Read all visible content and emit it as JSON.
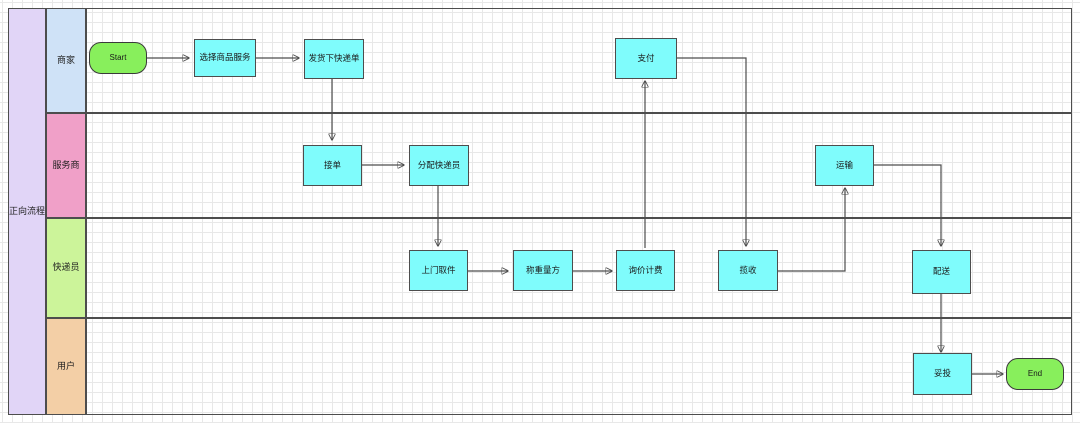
{
  "diagram": {
    "type": "swimlane-flowchart",
    "pool": {
      "label": "正向流程"
    },
    "lanes": [
      {
        "id": "merchant",
        "label": "商家",
        "color": "#cfe2f7"
      },
      {
        "id": "provider",
        "label": "服务商",
        "color": "#f0a0c8"
      },
      {
        "id": "courier",
        "label": "快递员",
        "color": "#ccf49a"
      },
      {
        "id": "user",
        "label": "用户",
        "color": "#f3cfa6"
      }
    ],
    "nodes": [
      {
        "id": "start",
        "label": "Start",
        "lane": "merchant",
        "shape": "terminator"
      },
      {
        "id": "select",
        "label": "选择商品服务",
        "lane": "merchant",
        "shape": "process"
      },
      {
        "id": "ship",
        "label": "发货下快递单",
        "lane": "merchant",
        "shape": "process"
      },
      {
        "id": "pay",
        "label": "支付",
        "lane": "merchant",
        "shape": "process"
      },
      {
        "id": "accept",
        "label": "接单",
        "lane": "provider",
        "shape": "process"
      },
      {
        "id": "assign",
        "label": "分配快递员",
        "lane": "provider",
        "shape": "process"
      },
      {
        "id": "transport",
        "label": "运输",
        "lane": "provider",
        "shape": "process"
      },
      {
        "id": "pickup",
        "label": "上门取件",
        "lane": "courier",
        "shape": "process"
      },
      {
        "id": "weigh",
        "label": "称重量方",
        "lane": "courier",
        "shape": "process"
      },
      {
        "id": "quote",
        "label": "询价计费",
        "lane": "courier",
        "shape": "process"
      },
      {
        "id": "collect",
        "label": "揽收",
        "lane": "courier",
        "shape": "process"
      },
      {
        "id": "deliver",
        "label": "配送",
        "lane": "courier",
        "shape": "process"
      },
      {
        "id": "delivered",
        "label": "妥投",
        "lane": "user",
        "shape": "process"
      },
      {
        "id": "end",
        "label": "End",
        "lane": "user",
        "shape": "terminator"
      }
    ],
    "edges": [
      {
        "from": "start",
        "to": "select"
      },
      {
        "from": "select",
        "to": "ship"
      },
      {
        "from": "ship",
        "to": "accept"
      },
      {
        "from": "accept",
        "to": "assign"
      },
      {
        "from": "assign",
        "to": "pickup"
      },
      {
        "from": "pickup",
        "to": "weigh"
      },
      {
        "from": "weigh",
        "to": "quote"
      },
      {
        "from": "quote",
        "to": "pay"
      },
      {
        "from": "pay",
        "to": "collect"
      },
      {
        "from": "collect",
        "to": "transport"
      },
      {
        "from": "transport",
        "to": "deliver"
      },
      {
        "from": "deliver",
        "to": "delivered"
      },
      {
        "from": "delivered",
        "to": "end"
      }
    ],
    "colors": {
      "process_fill": "#7ffcfc",
      "terminator_fill": "#88ef5c",
      "stroke": "#4d4d4d",
      "pool_fill": "#e1d5f7"
    }
  }
}
